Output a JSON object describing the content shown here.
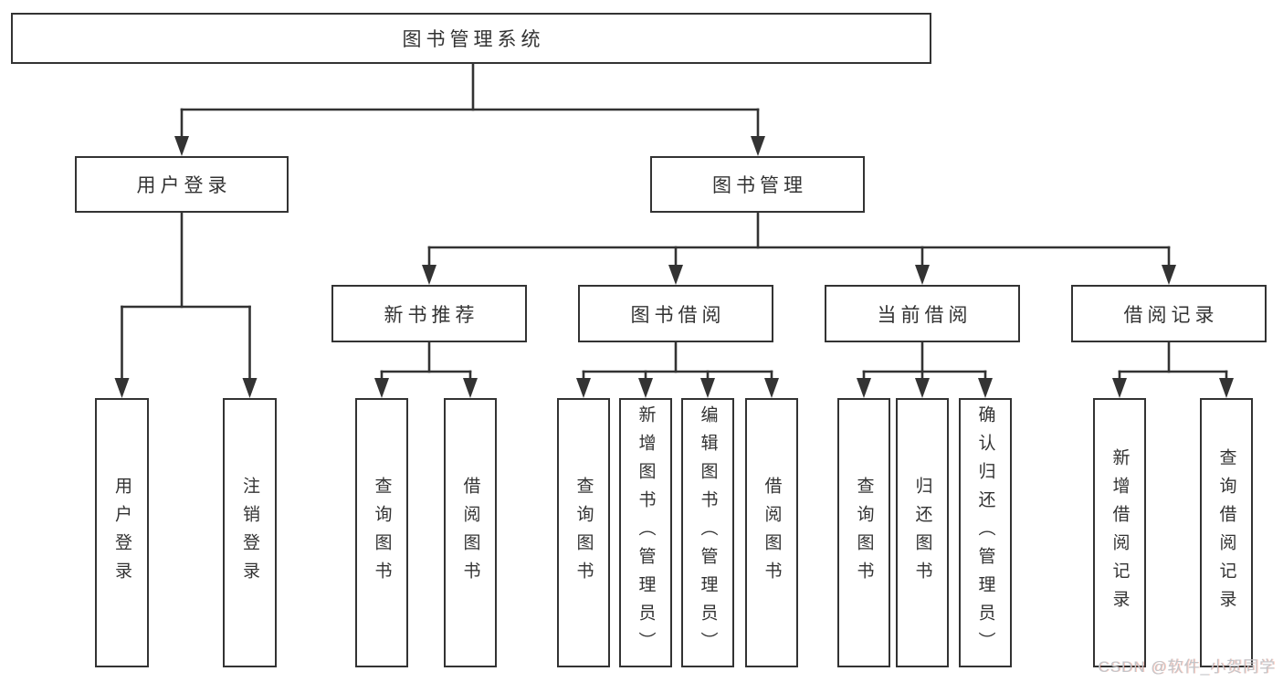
{
  "tree": {
    "label": "图书管理系统",
    "children": [
      {
        "label": "用户登录",
        "children": [
          {
            "label": "用户登录"
          },
          {
            "label": "注销登录"
          }
        ]
      },
      {
        "label": "图书管理",
        "children": [
          {
            "label": "新书推荐",
            "children": [
              {
                "label": "查询图书"
              },
              {
                "label": "借阅图书"
              }
            ]
          },
          {
            "label": "图书借阅",
            "children": [
              {
                "label": "查询图书"
              },
              {
                "label": "新增图书（管理员）"
              },
              {
                "label": "编辑图书（管理员）"
              },
              {
                "label": "借阅图书"
              }
            ]
          },
          {
            "label": "当前借阅",
            "children": [
              {
                "label": "查询图书"
              },
              {
                "label": "归还图书"
              },
              {
                "label": "确认归还（管理员）"
              }
            ]
          },
          {
            "label": "借阅记录",
            "children": [
              {
                "label": "新增借阅记录"
              },
              {
                "label": "查询借阅记录"
              }
            ]
          }
        ]
      }
    ]
  },
  "watermark": {
    "text": "CSDN @软件_小贺同学"
  },
  "colors": {
    "line": "#333333",
    "text": "#333333",
    "background": "#ffffff",
    "watermark": "#c3c5c9"
  }
}
